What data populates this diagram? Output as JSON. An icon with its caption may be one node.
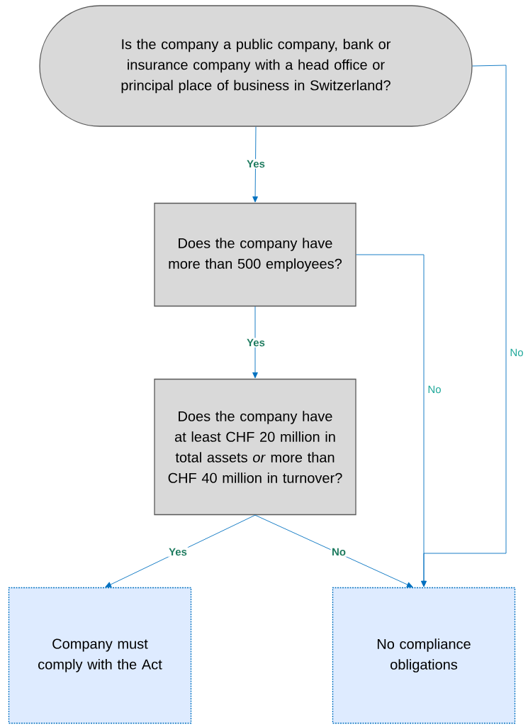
{
  "diagram": {
    "nodes": [
      {
        "text": [
          "Is the company a public company, bank or insurance company with a head office or principal place of business in Switzerland?"
        ]
      },
      {
        "text": [
          "Does the company have more than 500 employees?"
        ]
      },
      {
        "text": [
          "Does the company have at least CHF 20 million in total assets *or* more than CHF 40 million in turnover?"
        ]
      },
      {
        "text": [
          "Company must comply with the Act"
        ]
      },
      {
        "text": [
          "No compliance obligations"
        ]
      }
    ],
    "edges": [
      {
        "from": 0,
        "to": 1,
        "arrow": "to",
        "label": "Yes"
      },
      {
        "from": 1,
        "to": 2,
        "arrow": "to",
        "label": "Yes"
      },
      {
        "from": 2,
        "to": 3,
        "arrow": "to",
        "label": "Yes"
      },
      {
        "from": 2,
        "to": 4,
        "arrow": "to",
        "label": "No"
      },
      {
        "from": 1,
        "to": 4,
        "arrow": "to",
        "label": "No"
      },
      {
        "from": 0,
        "to": 4,
        "arrow": "to",
        "label": "No"
      }
    ]
  }
}
